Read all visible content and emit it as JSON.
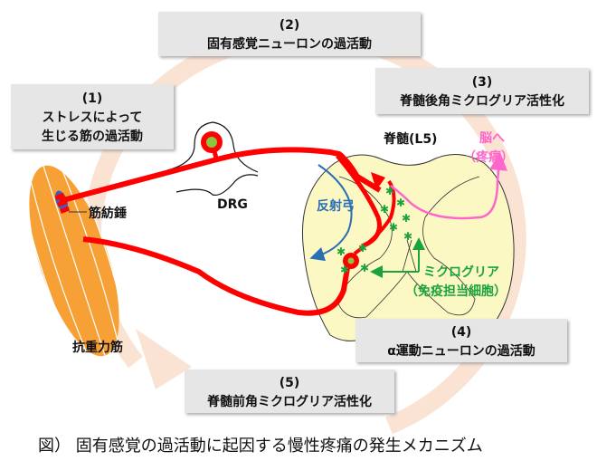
{
  "colors": {
    "nerve": "#ff0000",
    "muscle": "#f7a035",
    "cord": "#fbf8c4",
    "cycle_arrow": "#fbe3d3",
    "microglia": "#1aa33a",
    "pain": "#ff66cc",
    "reflex": "#2a6fb5",
    "box": "#e6e6e6"
  },
  "steps": [
    {
      "num": "(1)",
      "line1": "ストレスによって",
      "line2": "生じる筋の過活動"
    },
    {
      "num": "(2)",
      "line1": "固有感覚ニューロンの過活動"
    },
    {
      "num": "(3)",
      "line1": "脊髄後角ミクログリア活性化"
    },
    {
      "num": "(4)",
      "line1": "α運動ニューロンの過活動"
    },
    {
      "num": "(5)",
      "line1": "脊髄前角ミクログリア活性化"
    }
  ],
  "labels": {
    "muscle_spindle": "筋紡錘",
    "antigravity_muscle": "抗重力筋",
    "drg": "DRG",
    "spinal_cord": "脊髄(L5)",
    "reflex_arc": "反射弓",
    "to_brain": "脳へ",
    "pain": "（疼痛）",
    "microglia": "ミクログリア",
    "immune_cell": "（免疫担当細胞）"
  },
  "caption": "図） 固有感覚の過活動に起因する慢性疼痛の発生メカニズム"
}
